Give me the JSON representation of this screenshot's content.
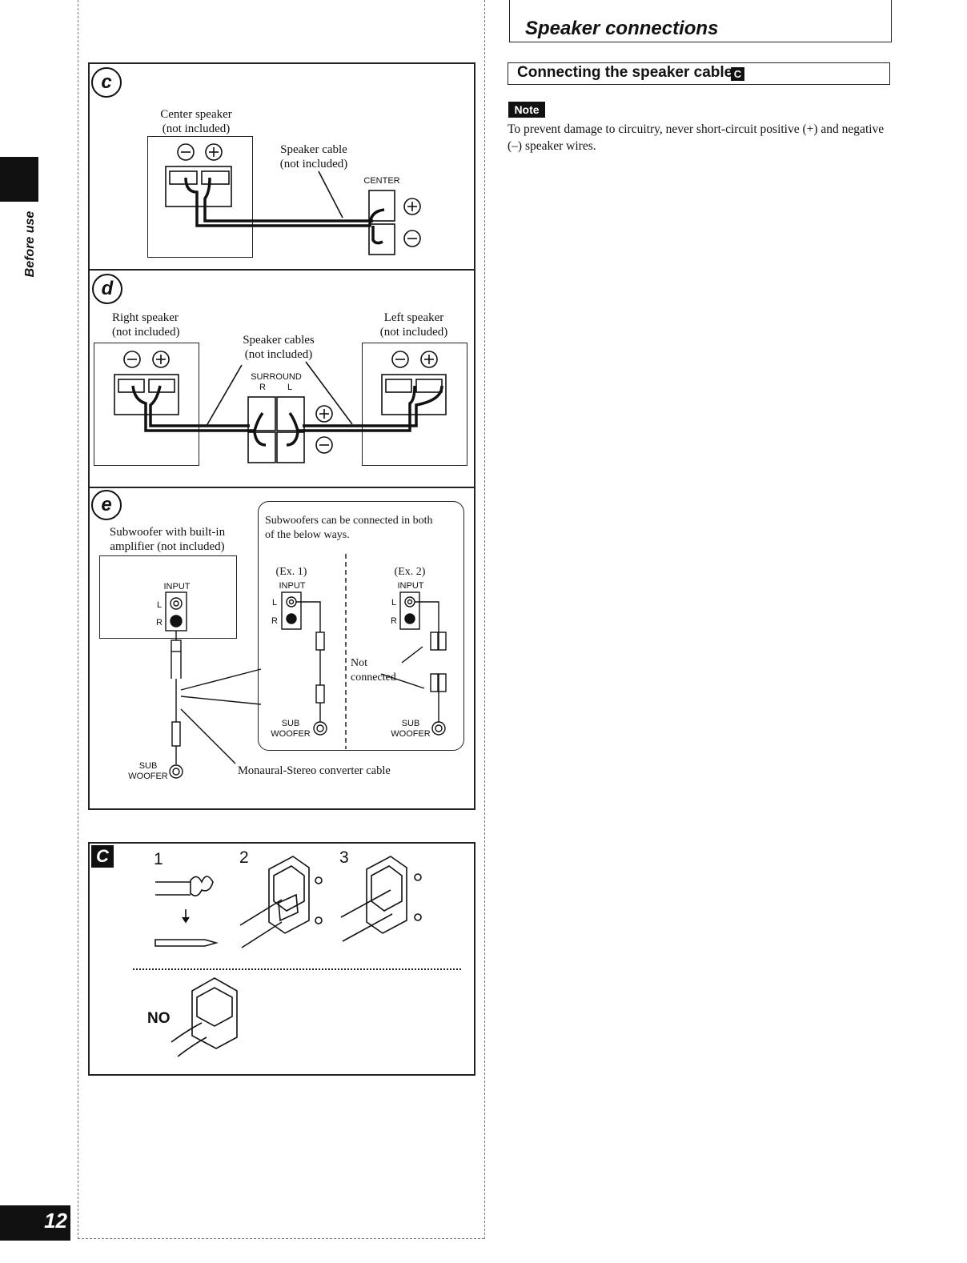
{
  "page": {
    "number": "12",
    "side_tab": "Before use"
  },
  "right_column": {
    "section_title": "Speaker connections",
    "subsection_title": "Connecting the speaker cables",
    "subsection_badge": "C",
    "note_label": "Note",
    "note_text": "To prevent damage to circuitry, never short-circuit positive (+) and negative (–) speaker wires."
  },
  "panel_c": {
    "marker": "c",
    "center_speaker": [
      "Center speaker",
      "(not included)"
    ],
    "speaker_cable": [
      "Speaker cable",
      "(not included)"
    ],
    "terminal_label": "CENTER"
  },
  "panel_d": {
    "marker": "d",
    "right_speaker": [
      "Right speaker",
      "(not included)"
    ],
    "left_speaker": [
      "Left speaker",
      "(not included)"
    ],
    "speaker_cables": [
      "Speaker cables",
      "(not included)"
    ],
    "terminal_label": "SURROUND",
    "terminal_sub": [
      "R",
      "L"
    ]
  },
  "panel_e": {
    "marker": "e",
    "subwoofer": [
      "Subwoofer with built-in",
      "amplifier (not included)"
    ],
    "input_label": "INPUT",
    "l_label": "L",
    "r_label": "R",
    "sub_label": [
      "SUB",
      "WOOFER"
    ],
    "callout_text": [
      "Subwoofers can be connected in both",
      "of the below ways."
    ],
    "ex1": "(Ex. 1)",
    "ex2": "(Ex. 2)",
    "not_connected": [
      "Not",
      "connected"
    ],
    "converter_cable": "Monaural-Stereo converter cable"
  },
  "panel_C": {
    "marker": "C",
    "steps": [
      "1",
      "2",
      "3"
    ],
    "no_label": "NO"
  }
}
